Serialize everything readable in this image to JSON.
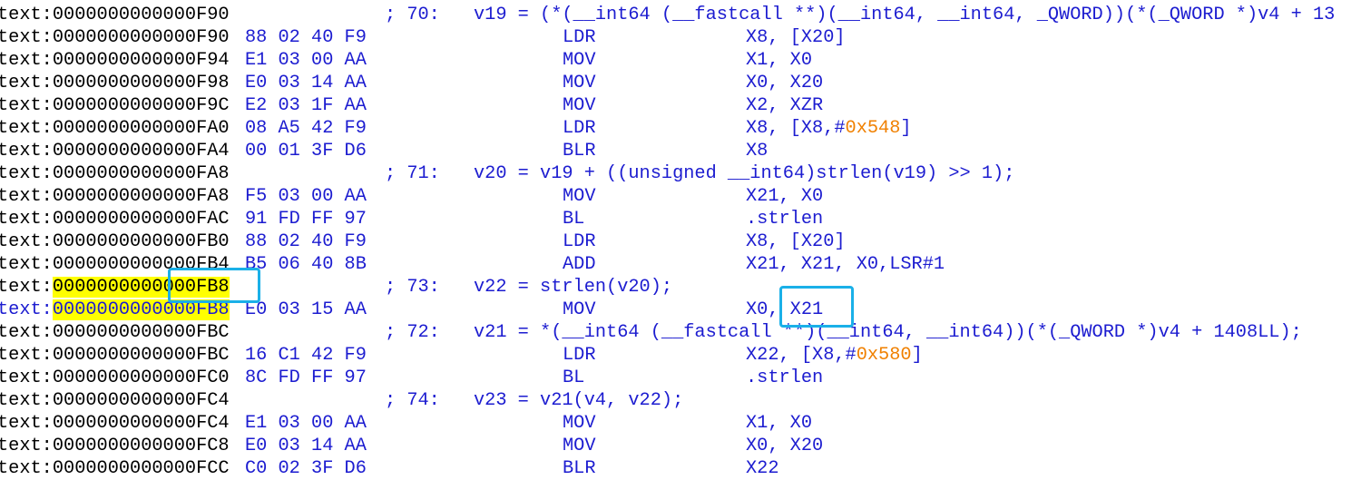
{
  "colors": {
    "text": "#000000",
    "code": "#1c1cd0",
    "hex": "#f08000",
    "highlight": "#ffff00",
    "annotation_box": "#1ab0e8"
  },
  "rows": [
    {
      "addr": "text:0000000000000F90",
      "bytes": "",
      "comment": "; 70:",
      "code": "v19 = (*(__int64 (__fastcall **)(__int64, __int64, _QWORD))(*(_QWORD *)v4 + 13",
      "mn": "",
      "ops_pre": "",
      "ops_hex": "",
      "ops_post": ""
    },
    {
      "addr": "text:0000000000000F90",
      "bytes": "88 02 40 F9",
      "comment": "",
      "code": "",
      "mn": "LDR",
      "ops_pre": "X8, [X20]",
      "ops_hex": "",
      "ops_post": ""
    },
    {
      "addr": "text:0000000000000F94",
      "bytes": "E1 03 00 AA",
      "comment": "",
      "code": "",
      "mn": "MOV",
      "ops_pre": "X1, X0",
      "ops_hex": "",
      "ops_post": ""
    },
    {
      "addr": "text:0000000000000F98",
      "bytes": "E0 03 14 AA",
      "comment": "",
      "code": "",
      "mn": "MOV",
      "ops_pre": "X0, X20",
      "ops_hex": "",
      "ops_post": ""
    },
    {
      "addr": "text:0000000000000F9C",
      "bytes": "E2 03 1F AA",
      "comment": "",
      "code": "",
      "mn": "MOV",
      "ops_pre": "X2, XZR",
      "ops_hex": "",
      "ops_post": ""
    },
    {
      "addr": "text:0000000000000FA0",
      "bytes": "08 A5 42 F9",
      "comment": "",
      "code": "",
      "mn": "LDR",
      "ops_pre": "X8, [X8,#",
      "ops_hex": "0x548",
      "ops_post": "]"
    },
    {
      "addr": "text:0000000000000FA4",
      "bytes": "00 01 3F D6",
      "comment": "",
      "code": "",
      "mn": "BLR",
      "ops_pre": "X8",
      "ops_hex": "",
      "ops_post": ""
    },
    {
      "addr": "text:0000000000000FA8",
      "bytes": "",
      "comment": "; 71:",
      "code": "v20 = v19 + ((unsigned __int64)strlen(v19) >> 1);",
      "mn": "",
      "ops_pre": "",
      "ops_hex": "",
      "ops_post": ""
    },
    {
      "addr": "text:0000000000000FA8",
      "bytes": "F5 03 00 AA",
      "comment": "",
      "code": "",
      "mn": "MOV",
      "ops_pre": "X21, X0",
      "ops_hex": "",
      "ops_post": ""
    },
    {
      "addr": "text:0000000000000FAC",
      "bytes": "91 FD FF 97",
      "comment": "",
      "code": "",
      "mn": "BL",
      "ops_pre": ".strlen",
      "ops_hex": "",
      "ops_post": ""
    },
    {
      "addr": "text:0000000000000FB0",
      "bytes": "88 02 40 F9",
      "comment": "",
      "code": "",
      "mn": "LDR",
      "ops_pre": "X8, [X20]",
      "ops_hex": "",
      "ops_post": ""
    },
    {
      "addr": "text:0000000000000FB4",
      "bytes": "B5 06 40 8B",
      "comment": "",
      "code": "",
      "mn": "ADD",
      "ops_pre": "X21, X21, X0,LSR#1",
      "ops_hex": "",
      "ops_post": ""
    },
    {
      "addr": "text:0000000000000FB8",
      "bytes": "",
      "comment": "; 73:",
      "code": "v22 = strlen(v20);",
      "mn": "",
      "ops_pre": "",
      "ops_hex": "",
      "ops_post": "",
      "highlight": true
    },
    {
      "addr": "text:0000000000000FB8",
      "bytes": "E0 03 15 AA",
      "comment": "",
      "code": "",
      "mn": "MOV",
      "ops_pre": "X0, X21",
      "ops_hex": "",
      "ops_post": "",
      "highlight": true,
      "current": true
    },
    {
      "addr": "text:0000000000000FBC",
      "bytes": "",
      "comment": "; 72:",
      "code": "v21 = *(__int64 (__fastcall **)(__int64, __int64))(*(_QWORD *)v4 + 1408LL);",
      "mn": "",
      "ops_pre": "",
      "ops_hex": "",
      "ops_post": ""
    },
    {
      "addr": "text:0000000000000FBC",
      "bytes": "16 C1 42 F9",
      "comment": "",
      "code": "",
      "mn": "LDR",
      "ops_pre": "X22, [X8,#",
      "ops_hex": "0x580",
      "ops_post": "]"
    },
    {
      "addr": "text:0000000000000FC0",
      "bytes": "8C FD FF 97",
      "comment": "",
      "code": "",
      "mn": "BL",
      "ops_pre": ".strlen",
      "ops_hex": "",
      "ops_post": ""
    },
    {
      "addr": "text:0000000000000FC4",
      "bytes": "",
      "comment": "; 74:",
      "code": "v23 = v21(v4, v22);",
      "mn": "",
      "ops_pre": "",
      "ops_hex": "",
      "ops_post": ""
    },
    {
      "addr": "text:0000000000000FC4",
      "bytes": "E1 03 00 AA",
      "comment": "",
      "code": "",
      "mn": "MOV",
      "ops_pre": "X1, X0",
      "ops_hex": "",
      "ops_post": ""
    },
    {
      "addr": "text:0000000000000FC8",
      "bytes": "E0 03 14 AA",
      "comment": "",
      "code": "",
      "mn": "MOV",
      "ops_pre": "X0, X20",
      "ops_hex": "",
      "ops_post": ""
    },
    {
      "addr": "text:0000000000000FCC",
      "bytes": "C0 02 3F D6",
      "comment": "",
      "code": "",
      "mn": "BLR",
      "ops_pre": "X22",
      "ops_hex": "",
      "ops_post": ""
    }
  ]
}
